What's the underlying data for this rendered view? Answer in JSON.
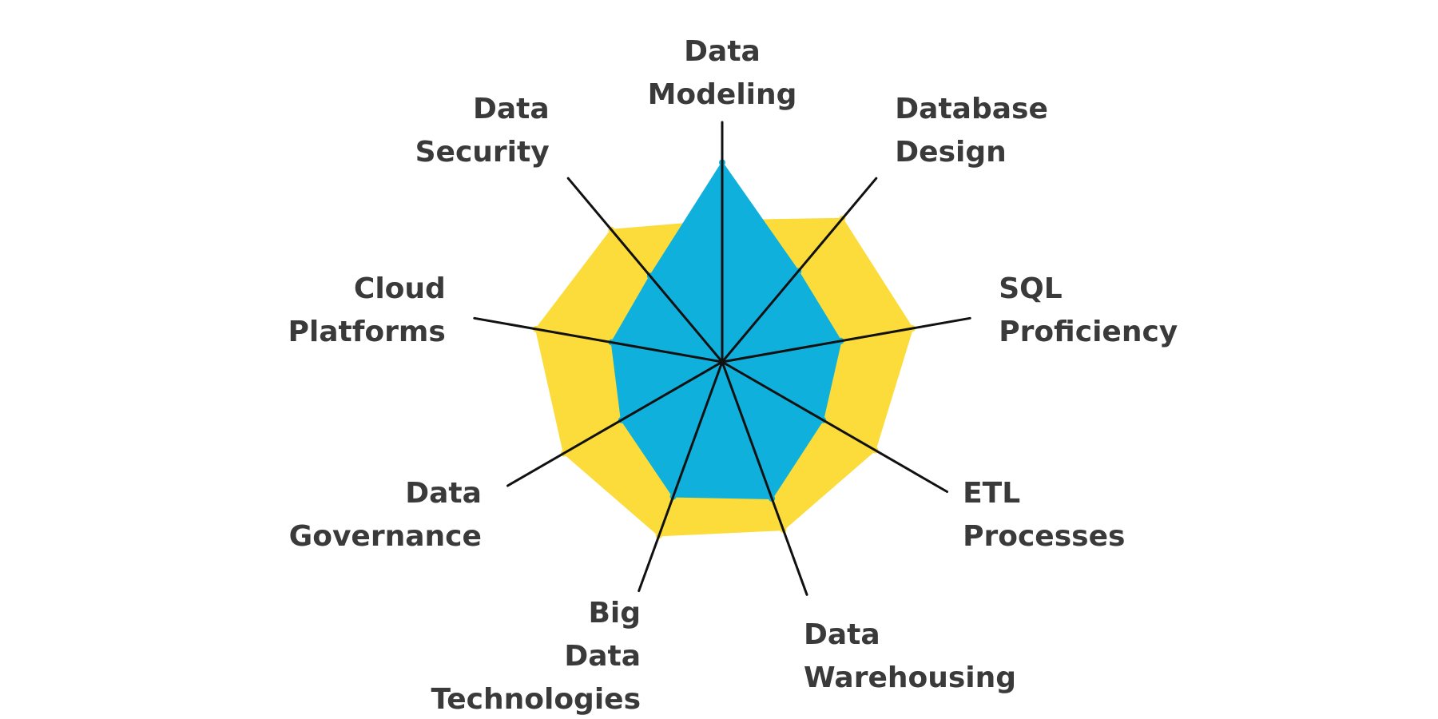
{
  "chart_data": {
    "type": "radar",
    "title": "",
    "axes": [
      {
        "label_lines": [
          "Data",
          "Modeling"
        ]
      },
      {
        "label_lines": [
          "Database",
          "Design"
        ]
      },
      {
        "label_lines": [
          "SQL",
          "Proficiency"
        ]
      },
      {
        "label_lines": [
          "ETL",
          "Processes"
        ]
      },
      {
        "label_lines": [
          "Data",
          "Warehousing"
        ]
      },
      {
        "label_lines": [
          "Big",
          "Data",
          "Technologies"
        ]
      },
      {
        "label_lines": [
          "Data",
          "Governance"
        ]
      },
      {
        "label_lines": [
          "Cloud",
          "Platforms"
        ]
      },
      {
        "label_lines": [
          "Data",
          "Security"
        ]
      }
    ],
    "range": [
      0,
      1
    ],
    "series": [
      {
        "color": "#FCDC3A",
        "values": [
          0.68,
          0.9,
          0.93,
          0.85,
          0.86,
          0.89,
          0.88,
          0.91,
          0.83
        ]
      },
      {
        "color": "#0FB0DC",
        "values": [
          0.96,
          0.57,
          0.58,
          0.56,
          0.7,
          0.69,
          0.56,
          0.54,
          0.54
        ]
      }
    ],
    "spoke_color": "#111111",
    "grid": false,
    "legend": "none"
  }
}
